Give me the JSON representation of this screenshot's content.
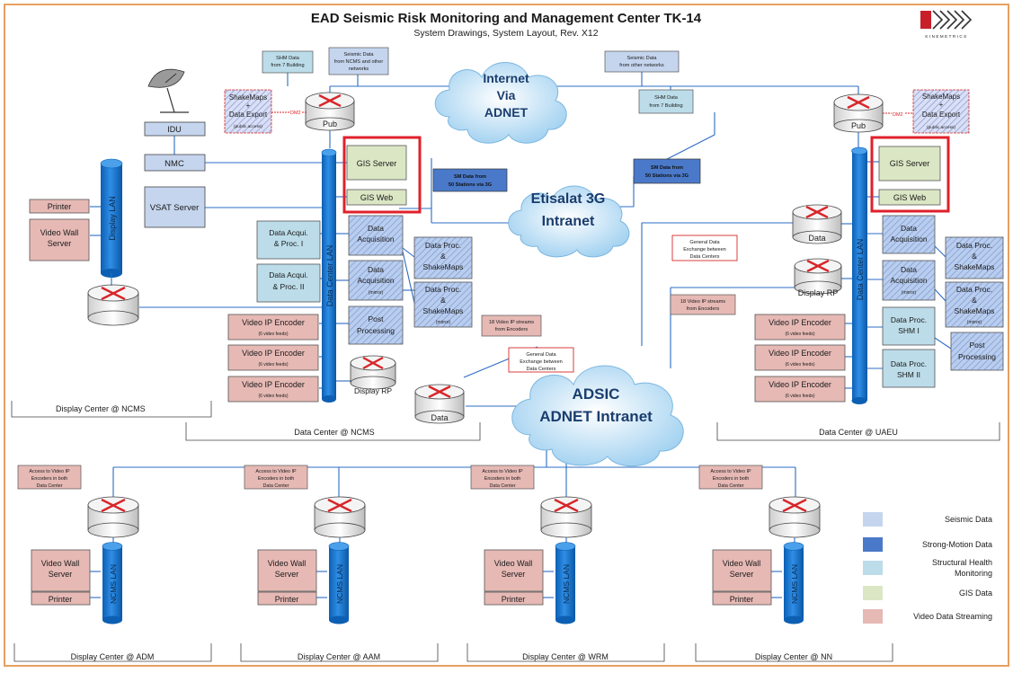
{
  "title": "EAD Seismic Risk Monitoring and Management Center TK-14",
  "subtitle": "System Drawings, System Layout, Rev. X12",
  "logo": {
    "text": "KINEMETRICS"
  },
  "clouds": {
    "internet": [
      "Internet",
      "Via",
      "ADNET"
    ],
    "etisalat": [
      "Etisalat 3G",
      "Intranet"
    ],
    "adsic": [
      "ADSIC",
      "ADNET Intranet"
    ]
  },
  "notes": {
    "shm_left": [
      "SHM Data",
      "from 7 Building"
    ],
    "seismic_left": [
      "Seismic Data",
      "from NCMS and other",
      "networks"
    ],
    "seismic_right": [
      "Seismic Data",
      "from other networks"
    ],
    "shm_right": [
      "SHM Data",
      "from 7 Building"
    ],
    "sm_left": [
      "SM Data from",
      "50 Stations via 3G"
    ],
    "sm_right": [
      "SM Data from",
      "50 Stations via 3G"
    ],
    "video_streams_left": [
      "18 Video IP streams",
      "from Encoders"
    ],
    "general_left": [
      "General Data",
      "Exchange between",
      "Data Centers"
    ],
    "general_right": [
      "General Data",
      "Exchange between",
      "Data Centers"
    ],
    "video_streams_right": [
      "18 Video IP streams",
      "from Encoders"
    ],
    "access": [
      "Access to Video IP",
      "Encoders in both",
      "Data Center"
    ]
  },
  "left_dc": {
    "pub": "Pub",
    "dm2": "DM2",
    "shakemaps": [
      "ShakeMaps",
      "+",
      "Data Export"
    ],
    "shakemaps_sub": "(public access)",
    "idu": "IDU",
    "nmc": "NMC",
    "vsat": "VSAT Server",
    "gis_server": "GIS Server",
    "gis_web": "GIS Web",
    "dc_lan": "Data Center LAN",
    "acq1": [
      "Data Acqui.",
      "& Proc. I"
    ],
    "acq2": [
      "Data Acqui.",
      "& Proc. II"
    ],
    "data_acq": [
      "Data",
      "Acquisition"
    ],
    "data_acq_mirror": [
      "Data",
      "Acquisition"
    ],
    "mirror": "(mirror)",
    "proc_shake": [
      "Data Proc.",
      "&",
      "ShakeMaps"
    ],
    "proc_shake_mirror": [
      "Data Proc.",
      "&",
      "ShakeMaps"
    ],
    "post": [
      "Post",
      "Processing"
    ],
    "encoder": "Video IP Encoder",
    "encoder_sub": "(6 video feeds)",
    "display_rp": "Display RP",
    "data_router": "Data",
    "frame_label": "Data Center @ NCMS"
  },
  "display_ncms": {
    "printer": "Printer",
    "vws": [
      "Video Wall",
      "Server"
    ],
    "lan": "Display LAN",
    "frame_label": "Display Center @ NCMS"
  },
  "right_dc": {
    "pub": "Pub",
    "dm2": "DM2",
    "shakemaps": [
      "ShakeMaps",
      "+",
      "Data Export"
    ],
    "shakemaps_sub": "(public access)",
    "gis_server": "GIS Server",
    "gis_web": "GIS Web",
    "data_router": "Data",
    "display_rp": "Display RP",
    "dc_lan": "Data Center LAN",
    "data_acq": [
      "Data",
      "Acquisition"
    ],
    "data_acq_mirror": [
      "Data",
      "Acquisition"
    ],
    "mirror": "(mirror)",
    "proc_shake": [
      "Data Proc.",
      "&",
      "ShakeMaps"
    ],
    "proc_shake_mirror": [
      "Data Proc.",
      "&",
      "ShakeMaps"
    ],
    "proc_shm1": [
      "Data Proc.",
      "SHM I"
    ],
    "proc_shm2": [
      "Data Proc.",
      "SHM II"
    ],
    "post": [
      "Post",
      "Processing"
    ],
    "encoder": "Video IP Encoder",
    "encoder_sub": "(6 video feeds)",
    "frame_label": "Data Center @ UAEU"
  },
  "displays": [
    {
      "frame_label": "Display Center @ ADM"
    },
    {
      "frame_label": "Display Center @ AAM"
    },
    {
      "frame_label": "Display Center @ WRM"
    },
    {
      "frame_label": "Display Center @ NN"
    }
  ],
  "display_common": {
    "vws": [
      "Video Wall",
      "Server"
    ],
    "printer": "Printer",
    "lan": "NCMS LAN"
  },
  "legend": [
    {
      "label": [
        "Seismic Data"
      ],
      "color": "#c5d5ee"
    },
    {
      "label": [
        "Strong-Motion Data"
      ],
      "color": "#4a79c9"
    },
    {
      "label": [
        "Structural Health",
        "Monitoring"
      ],
      "color": "#bcdce9"
    },
    {
      "label": [
        "GIS Data"
      ],
      "color": "#dbe6c4"
    },
    {
      "label": [
        "Video Data Streaming"
      ],
      "color": "#e6b9b5"
    }
  ],
  "colors": {
    "highlight": "#e0202a",
    "lan": "#1f7ad0",
    "line": "#2b6cc4",
    "router_cross": "#d8262a"
  }
}
